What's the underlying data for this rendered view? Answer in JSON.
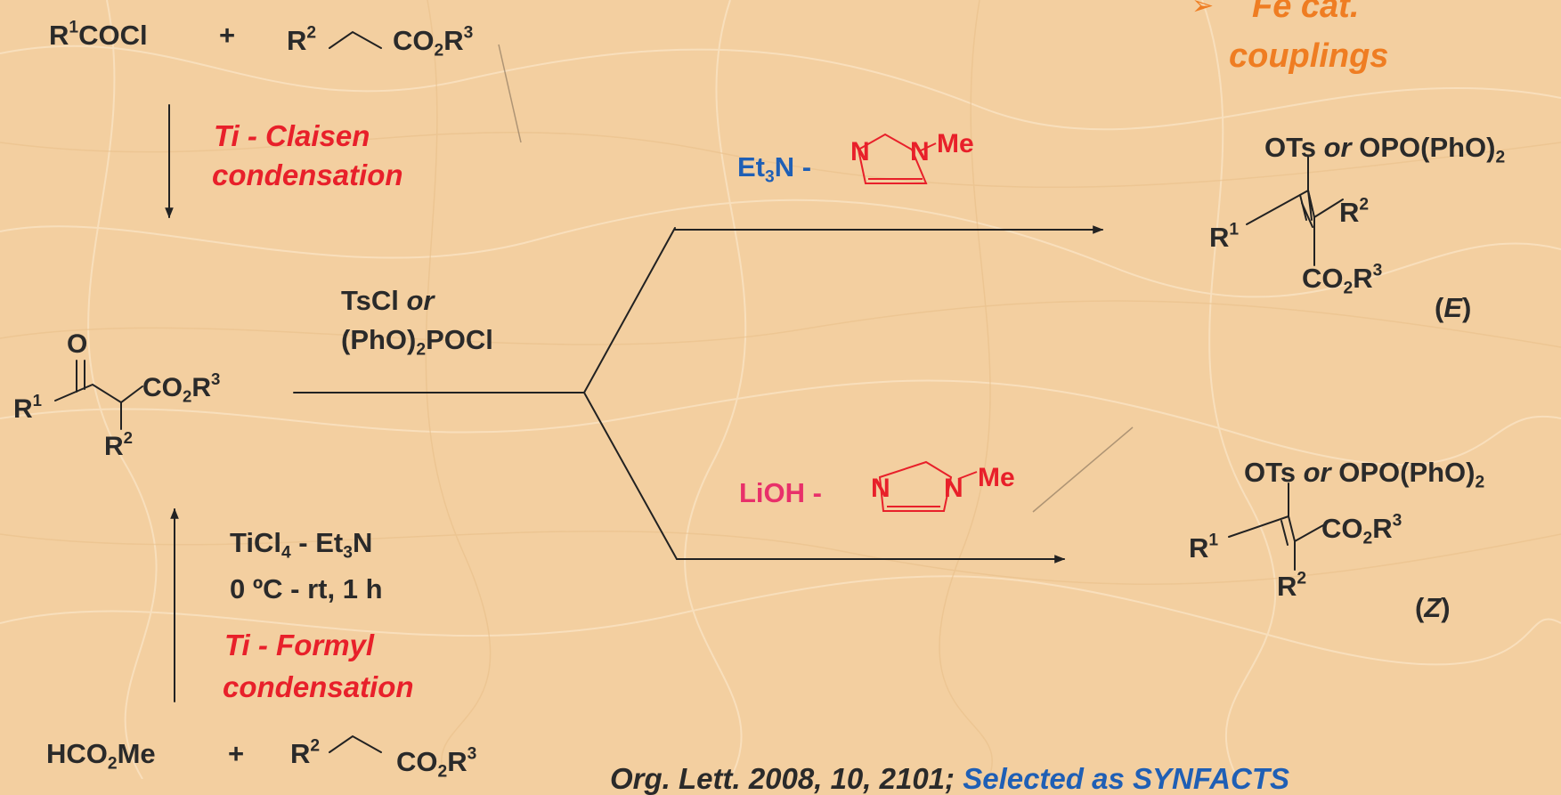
{
  "reactant_top": {
    "acid_chloride": "R",
    "acid_chloride_sup": "1",
    "acid_chloride_tail": "COCl",
    "plus": "+",
    "r2": "R",
    "r2_sup": "2",
    "ester": "CO",
    "ester_sub": "2",
    "ester_r": "R",
    "ester_sup": "3"
  },
  "claisen": {
    "line1": "Ti - Claisen",
    "line2": "condensation"
  },
  "ketoester": {
    "o": "O",
    "r1": "R",
    "r1_sup": "1",
    "co": "CO",
    "co_sub": "2",
    "r3": "R",
    "r3_sup": "3",
    "r2": "R",
    "r2_sup": "2"
  },
  "reagent": {
    "line1a": "TsCl ",
    "line1b": "or",
    "line2a": "(PhO)",
    "line2_sub": "2",
    "line2b": "POCl"
  },
  "conditions": {
    "a": "TiCl",
    "a_sub": "4",
    "b": " - Et",
    "b_sub": "3",
    "c": "N",
    "line2": "0 ºC - rt, 1 h"
  },
  "formyl": {
    "line1": "Ti - Formyl",
    "line2": "condensation"
  },
  "reactant_bottom": {
    "formate": "HCO",
    "formate_sub": "2",
    "formate_tail": "Me",
    "plus": "+",
    "r2": "R",
    "r2_sup": "2",
    "ester": "CO",
    "ester_sub": "2",
    "ester_r": "R",
    "ester_sup": "3"
  },
  "upper_base": {
    "a": "Et",
    "a_sub": "3",
    "b": "N - ",
    "n1": "N",
    "n2": "N",
    "me": "Me"
  },
  "lower_base": {
    "a": "LiOH - ",
    "n1": "N",
    "n2": "N",
    "me": "Me"
  },
  "product_e": {
    "ots": "OTs ",
    "or": "or",
    "opo": " OPO(PhO)",
    "opo_sub": "2",
    "r1": "R",
    "r1_sup": "1",
    "r2": "R",
    "r2_sup": "2",
    "co": "CO",
    "co_sub": "2",
    "r3": "R",
    "r3_sup": "3",
    "label_open": "(",
    "label": "E",
    "label_close": ")"
  },
  "product_z": {
    "ots": "OTs ",
    "or": "or",
    "opo": " OPO(PhO)",
    "opo_sub": "2",
    "r1": "R",
    "r1_sup": "1",
    "co": "CO",
    "co_sub": "2",
    "r3": "R",
    "r3_sup": "3",
    "r2": "R",
    "r2_sup": "2",
    "label_open": "(",
    "label": "Z",
    "label_close": ")"
  },
  "fe": {
    "bullet": "➢",
    "line1": "Fe cat.",
    "line2": "couplings"
  },
  "citation": {
    "text": "Org. Lett. 2008, 10, 2101;",
    "highlight": "Selected as SYNFACTS"
  },
  "colors": {
    "background": "#f3cfa0",
    "text": "#2a2a2a",
    "red": "#e8202a",
    "blue": "#1f5fb5",
    "pink": "#e8306a",
    "orange": "#ef7d22"
  }
}
